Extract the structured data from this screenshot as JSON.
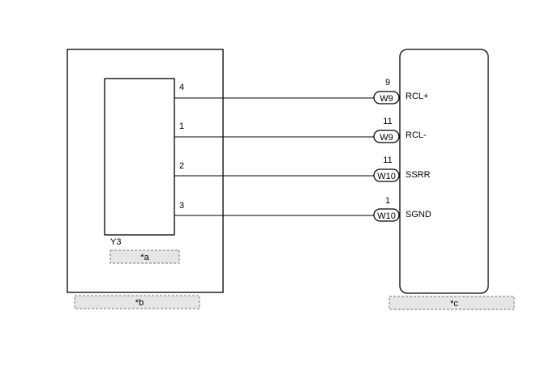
{
  "left_component": {
    "connector_name": "Y3",
    "inner_label": "*a",
    "outer_label": "*b"
  },
  "right_component": {
    "outer_label": "*c"
  },
  "wires": [
    {
      "left_pin": "4",
      "right_pin": "9",
      "connector": "W9",
      "signal": "RCL+"
    },
    {
      "left_pin": "1",
      "right_pin": "11",
      "connector": "W9",
      "signal": "RCL-"
    },
    {
      "left_pin": "2",
      "right_pin": "11",
      "connector": "W10",
      "signal": "SSRR"
    },
    {
      "left_pin": "3",
      "right_pin": "1",
      "connector": "W10",
      "signal": "SGND"
    }
  ]
}
